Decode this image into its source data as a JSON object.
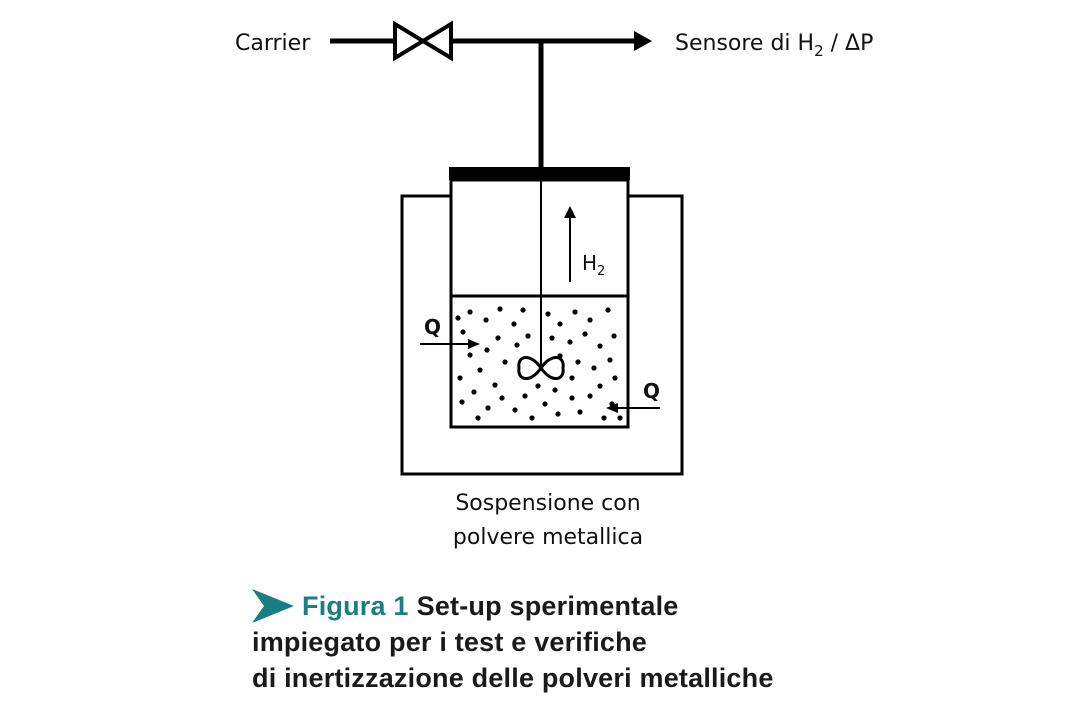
{
  "diagram": {
    "carrier_label": "Carrier",
    "sensor_label_prefix": "Sensore di H",
    "sensor_label_sub": "2",
    "sensor_label_suffix": " / ΔP",
    "gas_label": "H",
    "gas_label_sub": "2",
    "heat_label_left": "Q",
    "heat_label_right": "Q",
    "suspension_label_line1": "Sospensione con",
    "suspension_label_line2": "polvere metallica"
  },
  "caption": {
    "label": "Figura 1",
    "text_line1": "Set-up sperimentale",
    "text_line2": "impiegato per i test e verifiche",
    "text_line3": "di inertizzazione delle polveri metalliche"
  },
  "colors": {
    "accent": "#1a7f82",
    "line": "#000000"
  }
}
